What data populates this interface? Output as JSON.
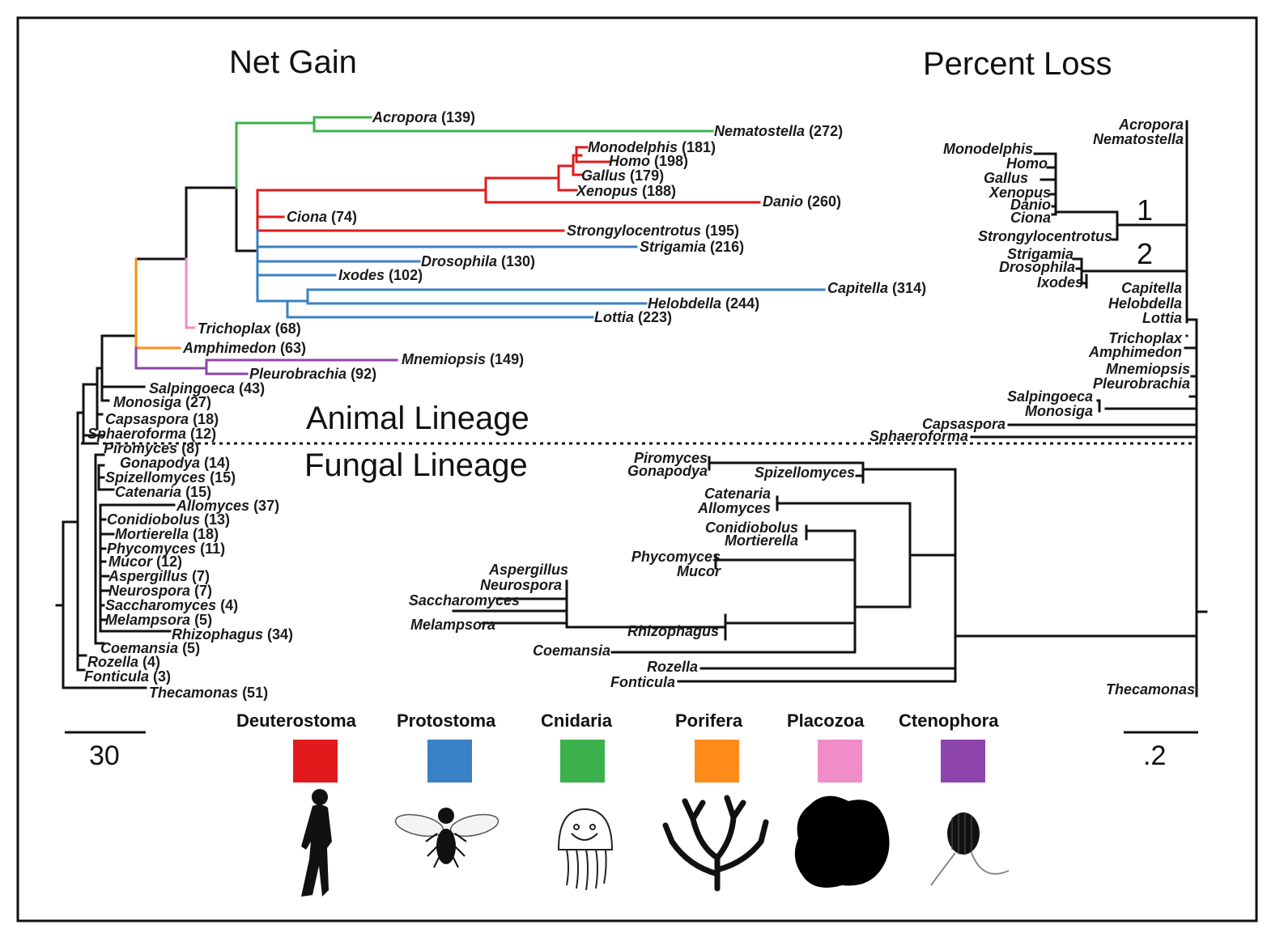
{
  "titles": {
    "left": "Net Gain",
    "right": "Percent Loss"
  },
  "lineages": {
    "animal": "Animal Lineage",
    "fungal": "Fungal Lineage"
  },
  "scale": {
    "left": "30",
    "right": ".2"
  },
  "clade_numbers": {
    "one": "1",
    "two": "2"
  },
  "colors": {
    "deuterostoma": "#e31a1c",
    "protostoma": "#3a80c4",
    "cnidaria": "#3cb04a",
    "porifera": "#ff8c1a",
    "placozoa": "#f08cc8",
    "ctenophora": "#8e44ad",
    "default": "#111111"
  },
  "legend": [
    {
      "label": "Deuterostoma",
      "color": "#e31a1c",
      "icon": "human-silhouette-icon"
    },
    {
      "label": "Protostoma",
      "color": "#3a80c4",
      "icon": "fly-silhouette-icon"
    },
    {
      "label": "Cnidaria",
      "color": "#3cb04a",
      "icon": "jellyfish-icon"
    },
    {
      "label": "Porifera",
      "color": "#ff8c1a",
      "icon": "sponge-silhouette-icon"
    },
    {
      "label": "Placozoa",
      "color": "#f08cc8",
      "icon": "placozoan-silhouette-icon"
    },
    {
      "label": "Ctenophora",
      "color": "#8e44ad",
      "icon": "comb-jelly-icon"
    }
  ],
  "net_gain_taxa": [
    {
      "name": "Acropora",
      "count": "(139)"
    },
    {
      "name": "Nematostella",
      "count": "(272)"
    },
    {
      "name": "Monodelphis",
      "count": "(181)"
    },
    {
      "name": "Homo",
      "count": "(198)"
    },
    {
      "name": "Gallus",
      "count": "(179)"
    },
    {
      "name": "Xenopus",
      "count": "(188)"
    },
    {
      "name": "Danio",
      "count": "(260)"
    },
    {
      "name": "Ciona",
      "count": "(74)"
    },
    {
      "name": "Strongylocentrotus",
      "count": "(195)"
    },
    {
      "name": "Strigamia",
      "count": "(216)"
    },
    {
      "name": "Drosophila",
      "count": "(130)"
    },
    {
      "name": "Ixodes",
      "count": "(102)"
    },
    {
      "name": "Capitella",
      "count": "(314)"
    },
    {
      "name": "Helobdella",
      "count": "(244)"
    },
    {
      "name": "Lottia",
      "count": "(223)"
    },
    {
      "name": "Trichoplax",
      "count": "(68)"
    },
    {
      "name": "Amphimedon",
      "count": "(63)"
    },
    {
      "name": "Mnemiopsis",
      "count": "(149)"
    },
    {
      "name": "Pleurobrachia",
      "count": "(92)"
    },
    {
      "name": "Salpingoeca",
      "count": "(43)"
    },
    {
      "name": "Monosiga",
      "count": "(27)"
    },
    {
      "name": "Capsaspora",
      "count": "(18)"
    },
    {
      "name": "Sphaeroforma",
      "count": "(12)"
    },
    {
      "name": "Piromyces",
      "count": "(8)"
    },
    {
      "name": "Gonapodya",
      "count": "(14)"
    },
    {
      "name": "Spizellomyces",
      "count": "(15)"
    },
    {
      "name": "Catenaria",
      "count": "(15)"
    },
    {
      "name": "Allomyces",
      "count": "(37)"
    },
    {
      "name": "Conidiobolus",
      "count": "(13)"
    },
    {
      "name": "Mortierella",
      "count": "(18)"
    },
    {
      "name": "Phycomyces",
      "count": "(11)"
    },
    {
      "name": "Mucor",
      "count": "(12)"
    },
    {
      "name": "Aspergillus",
      "count": "(7)"
    },
    {
      "name": "Neurospora",
      "count": "(7)"
    },
    {
      "name": "Saccharomyces",
      "count": "(4)"
    },
    {
      "name": "Melampsora",
      "count": "(5)"
    },
    {
      "name": "Rhizophagus",
      "count": "(34)"
    },
    {
      "name": "Coemansia",
      "count": "(5)"
    },
    {
      "name": "Rozella",
      "count": "(4)"
    },
    {
      "name": "Fonticula",
      "count": "(3)"
    },
    {
      "name": "Thecamonas",
      "count": "(51)"
    }
  ],
  "percent_loss_taxa": [
    "Acropora",
    "Nematostella",
    "Monodelphis",
    "Homo",
    "Gallus",
    "Xenopus",
    "Danio",
    "Ciona",
    "Strongylocentrotus",
    "Strigamia",
    "Drosophila",
    "Ixodes",
    "Capitella",
    "Helobdella",
    "Lottia",
    "Trichoplax",
    "Amphimedon",
    "Mnemiopsis",
    "Pleurobrachia",
    "Salpingoeca",
    "Monosiga",
    "Capsaspora",
    "Sphaeroforma",
    "Piromyces",
    "Gonapodya",
    "Spizellomyces",
    "Catenaria",
    "Allomyces",
    "Conidiobolus",
    "Mortierella",
    "Phycomyces",
    "Mucor",
    "Aspergillus",
    "Neurospora",
    "Saccharomyces",
    "Melampsora",
    "Rhizophagus",
    "Coemansia",
    "Rozella",
    "Fonticula",
    "Thecamonas"
  ]
}
